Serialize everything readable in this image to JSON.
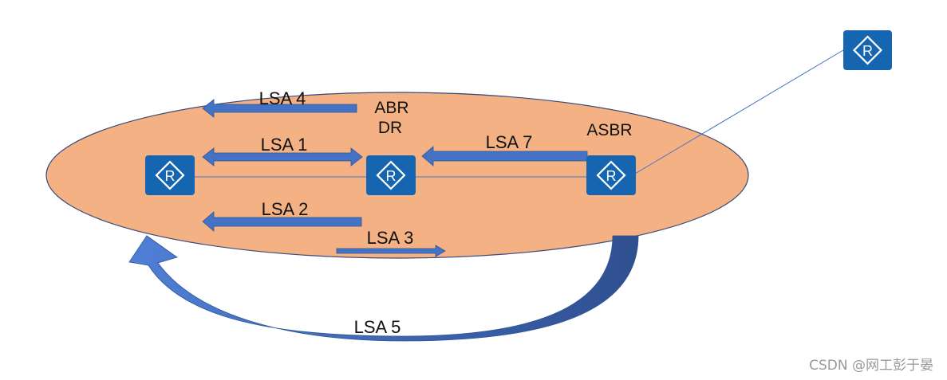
{
  "colors": {
    "area_fill": "#f4b183",
    "area_stroke": "#3b4a7a",
    "router_fill": "#1565b0",
    "router_glyph": "#ffffff",
    "arrow_fill": "#4472c4",
    "arrow_stroke": "#2f5597",
    "link_line": "#4472c4",
    "curve_light": "#4472c4",
    "curve_dark": "#2f4f8f"
  },
  "routers": [
    {
      "id": "r1",
      "glyph": "R",
      "icon": "router-icon"
    },
    {
      "id": "abr-dr",
      "glyph": "R",
      "icon": "router-icon"
    },
    {
      "id": "asbr",
      "glyph": "R",
      "icon": "router-icon"
    },
    {
      "id": "external",
      "glyph": "R",
      "icon": "router-icon"
    }
  ],
  "roles": {
    "abr": "ABR",
    "dr": "DR",
    "asbr": "ASBR"
  },
  "lsa": {
    "lsa1": "LSA 1",
    "lsa2": "LSA 2",
    "lsa3": "LSA 3",
    "lsa4": "LSA 4",
    "lsa5": "LSA 5",
    "lsa7": "LSA 7"
  },
  "watermark": "CSDN @网工彭于晏"
}
